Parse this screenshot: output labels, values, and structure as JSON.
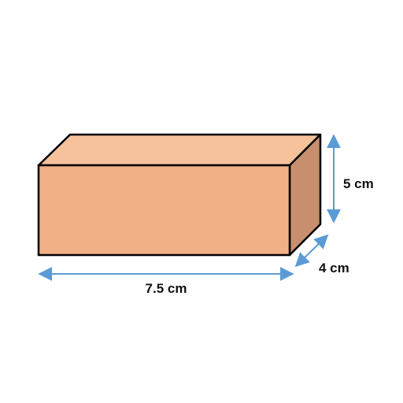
{
  "diagram": {
    "colors": {
      "front_face": "#F2B088",
      "top_face": "#F6C29C",
      "side_face": "#C88F6E",
      "edge": "#000000",
      "dimension_arrow": "#5B9BD5",
      "background": "#FFFFFF"
    },
    "dimensions": {
      "length": {
        "label": "7.5 cm"
      },
      "height": {
        "label": "5 cm"
      },
      "depth": {
        "label": "4 cm"
      }
    }
  }
}
